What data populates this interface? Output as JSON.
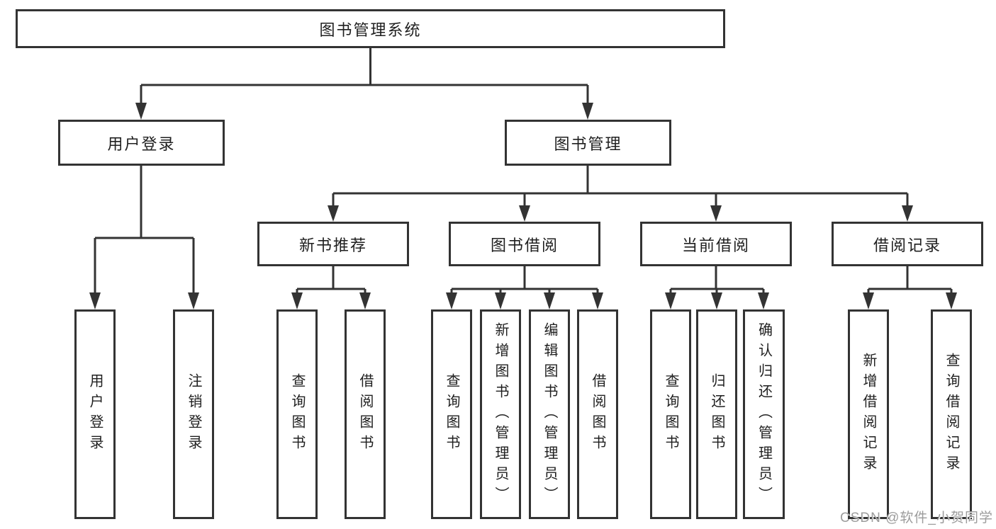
{
  "diagram": {
    "root": {
      "label": "图书管理系统"
    },
    "level2": [
      {
        "label": "用户登录"
      },
      {
        "label": "图书管理"
      }
    ],
    "level3": [
      {
        "label": "新书推荐",
        "parent": "图书管理"
      },
      {
        "label": "图书借阅",
        "parent": "图书管理"
      },
      {
        "label": "当前借阅",
        "parent": "图书管理"
      },
      {
        "label": "借阅记录",
        "parent": "图书管理"
      }
    ],
    "leaves": [
      {
        "label": "用户登录",
        "parent": "用户登录"
      },
      {
        "label": "注销登录",
        "parent": "用户登录"
      },
      {
        "label": "查询图书",
        "parent": "新书推荐"
      },
      {
        "label": "借阅图书",
        "parent": "新书推荐"
      },
      {
        "label": "查询图书",
        "parent": "图书借阅"
      },
      {
        "label": "新增图书（管理员）",
        "parent": "图书借阅"
      },
      {
        "label": "编辑图书（管理员）",
        "parent": "图书借阅"
      },
      {
        "label": "借阅图书",
        "parent": "图书借阅"
      },
      {
        "label": "查询图书",
        "parent": "当前借阅"
      },
      {
        "label": "归还图书",
        "parent": "当前借阅"
      },
      {
        "label": "确认归还（管理员）",
        "parent": "当前借阅"
      },
      {
        "label": "新增借阅记录",
        "parent": "借阅记录"
      },
      {
        "label": "查询借阅记录",
        "parent": "借阅记录"
      }
    ]
  },
  "watermark": {
    "text": "CSDN @软件_小贺同学"
  },
  "colors": {
    "line": "#333333",
    "text": "#1f1f1f",
    "watermark": "#9c9c9c",
    "background": "#ffffff"
  }
}
